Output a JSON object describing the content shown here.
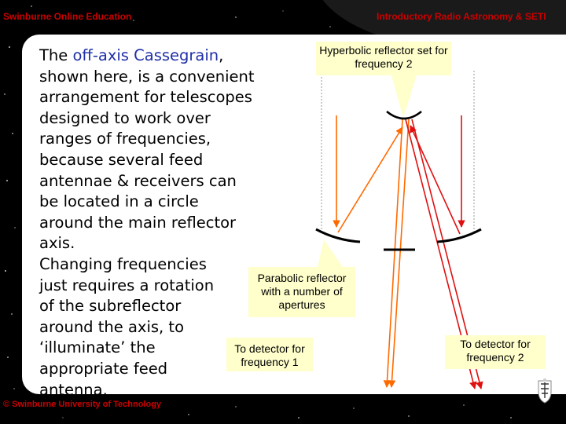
{
  "header": {
    "left_title": "Swinburne Online Education",
    "right_title": "Introductory Radio Astronomy & SETI"
  },
  "main": {
    "para1_prefix": "The ",
    "para1_highlight": "off-axis Cassegrain",
    "para1_rest": ", shown here, is a convenient arrangement for telescopes designed to work over ranges of frequencies, because several feed antennae & receivers can be located in a circle around the main reflector axis.",
    "para2": "Changing frequencies just requires a rotation of the subreflector around the axis, to ‘illuminate’ the appropriate feed antenna."
  },
  "callouts": {
    "hyperbolic": "Hyperbolic reflector set for frequency 2",
    "parabolic": "Parabolic reflector with a number of apertures",
    "detector1": "To detector for frequency 1",
    "detector2": "To detector for frequency 2"
  },
  "footer": {
    "copyright": "© Swinburne University of Technology"
  },
  "colors": {
    "background": "#000000",
    "panel": "#ffffff",
    "header_text": "#cc0000",
    "highlight_text": "#1f2fa8",
    "callout_fill": "#ffffcc",
    "ray_orange": "#ff6a00",
    "ray_red": "#e01010"
  },
  "icons": {
    "crest": "university-crest-icon"
  }
}
